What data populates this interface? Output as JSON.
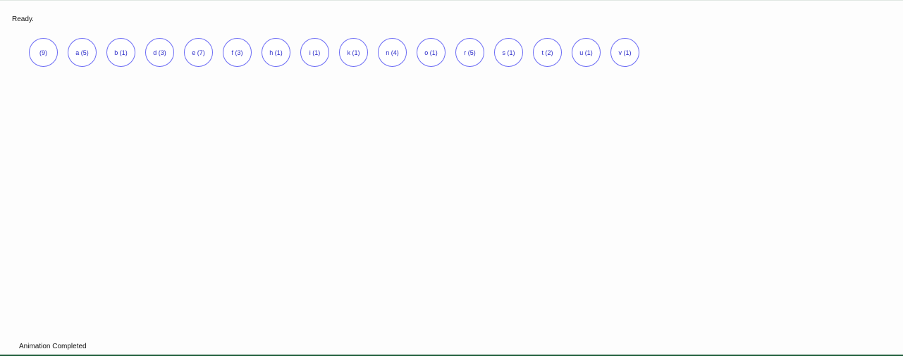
{
  "status": "Ready.",
  "nodes": [
    {
      "label": "(9)"
    },
    {
      "label": "a (5)"
    },
    {
      "label": "b (1)"
    },
    {
      "label": "d (3)"
    },
    {
      "label": "e (7)"
    },
    {
      "label": "f (3)"
    },
    {
      "label": "h (1)"
    },
    {
      "label": "i (1)"
    },
    {
      "label": "k (1)"
    },
    {
      "label": "n (4)"
    },
    {
      "label": "o (1)"
    },
    {
      "label": "r (5)"
    },
    {
      "label": "s (1)"
    },
    {
      "label": "t (2)"
    },
    {
      "label": "u (1)"
    },
    {
      "label": "v (1)"
    }
  ],
  "animation_status": "Animation Completed",
  "colors": {
    "node_border": "#6b6bf5",
    "node_text": "#2a2ac8",
    "bottom_bar": "#1f5e3a"
  }
}
